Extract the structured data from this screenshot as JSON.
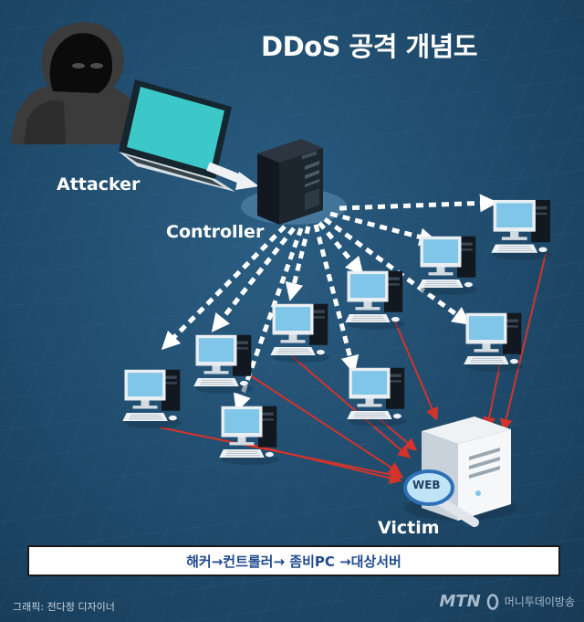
{
  "title": "DDoS 공격 개념도",
  "labels": {
    "attacker": "Attacker",
    "controller": "Controller",
    "victim": "Victim",
    "web": "WEB"
  },
  "flow": "해커→컨트롤러→ 좀비PC →대상서버",
  "credit": "그래픽: 전다정 디자이너",
  "brand": {
    "mtn": "MTN",
    "name": "머니투데이방송"
  },
  "colors": {
    "background": "#1f4a6b",
    "attack_arrow": "#d2342c",
    "command_arrow": "#ffffff",
    "flow_text": "#1f4b8f"
  },
  "icons": [
    "hooded-hacker-icon",
    "laptop-icon",
    "server-tower-icon",
    "desktop-pc-icon",
    "web-server-icon",
    "magnifier-icon"
  ]
}
